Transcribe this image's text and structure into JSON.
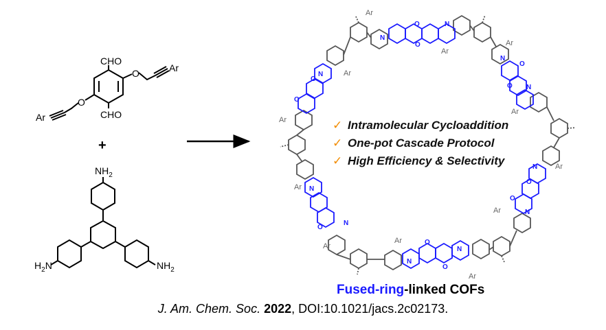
{
  "reactant1": {
    "cho_top": "CHO",
    "cho_bottom": "CHO",
    "ar_left": "Ar",
    "ar_right": "Ar",
    "o_left": "O",
    "o_right": "O"
  },
  "plus_sign": "+",
  "reactant2": {
    "nh2_top": "NH",
    "nh2_left": "H",
    "nh2_right": "NH",
    "sub2": "2",
    "n_left_tail": "N"
  },
  "cof": {
    "ar_label": "Ar",
    "n_label": "N",
    "o_label": "O",
    "features": [
      "Intramolecular Cycloaddition",
      "One-pot Cascade Protocol",
      "High Efficiency & Selectivity"
    ],
    "check_mark": "✓",
    "title_part1": "Fused-ring",
    "title_part2": "-linked COFs"
  },
  "citation": {
    "journal": "J. Am. Chem. Soc.",
    "year": "2022",
    "doi": ", DOI:10.1021/jacs.2c02173."
  },
  "colors": {
    "blue": "#1a1aff",
    "gray": "#555555",
    "orange": "#f28c00",
    "black": "#000000"
  }
}
